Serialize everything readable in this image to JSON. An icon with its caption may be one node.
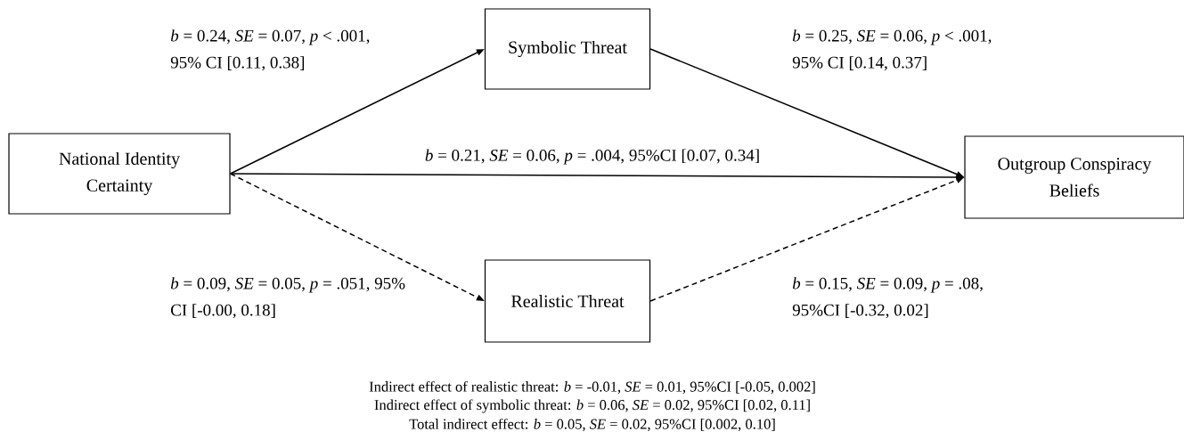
{
  "diagram": {
    "nodes": [
      {
        "text": [
          "National Identity Certainty"
        ]
      },
      {
        "text": [
          "Symbolic Threat"
        ]
      },
      {
        "text": [
          "Realistic Threat"
        ]
      },
      {
        "text": [
          "Outgroup Conspiracy Beliefs"
        ]
      }
    ],
    "edges": [
      {
        "from": 0,
        "to": 1,
        "arrow": "to",
        "label": "*b* = 0.24, *SE* = 0.07, *p* < .001, 95% CI [0.11, 0.38]"
      },
      {
        "from": 1,
        "to": 3,
        "arrow": "to",
        "label": "*b* = 0.25, *SE* = 0.06, *p* < .001, 95% CI [0.14, 0.37]"
      },
      {
        "from": 0,
        "to": 3,
        "arrow": "to",
        "label": "*b* = 0.21, *SE* = 0.06, *p* = .004, 95%CI [0.07, 0.34]"
      },
      {
        "from": 0,
        "to": 2,
        "arrow": "to",
        "style": "dashed",
        "label": "*b* = 0.09, *SE* = 0.05, *p* = .051, 95% CI [-0.00, 0.18]"
      },
      {
        "from": 2,
        "to": 3,
        "arrow": "to",
        "style": "dashed",
        "label": "*b* = 0.15, *SE* = 0.09, *p* = .08, 95%CI [-0.32, 0.02]"
      }
    ],
    "labels": [
      "Indirect effect of realistic threat: *b* = -0.01, *SE* = 0.01, 95%CI [-0.05, 0.002]",
      "Indirect effect of symbolic threat: *b* = 0.06, *SE* = 0.02, 95%CI [0.02, 0.11]",
      "Total indirect effect: *b* = 0.05, *SE* = 0.02, 95%CI [0.002, 0.10]"
    ]
  }
}
